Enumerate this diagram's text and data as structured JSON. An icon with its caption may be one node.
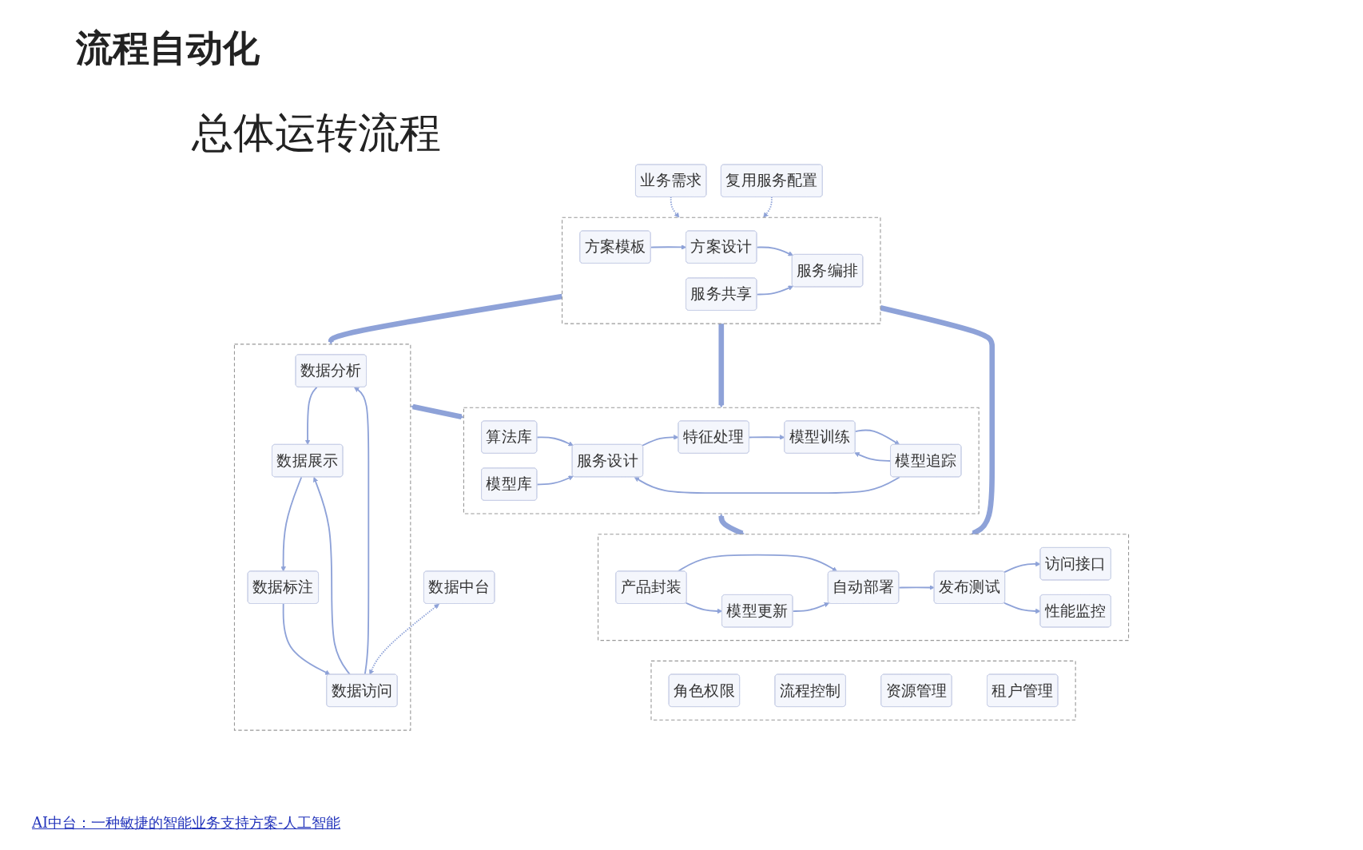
{
  "diagram": {
    "title": "流程自动化",
    "nodes": [
      {
        "text": [
          "业务需求"
        ]
      },
      {
        "text": [],
        "shape": "box"
      },
      {
        "text": [
          "方案模板"
        ],
        "in": 1
      },
      {
        "text": [
          "方案设计"
        ],
        "in": 1
      },
      {
        "text": [
          "服务编排"
        ],
        "in": 1
      },
      {
        "text": [
          "服务共享"
        ],
        "in": 1
      },
      {
        "text": [
          "复用服务配置"
        ]
      },
      {
        "text": [],
        "shape": "box"
      },
      {
        "text": [
          "数据分析"
        ],
        "in": 7
      },
      {
        "text": [
          "数据展示"
        ],
        "in": 7
      },
      {
        "text": [
          "数据访问"
        ],
        "in": 7
      },
      {
        "text": [
          "数据标注"
        ],
        "in": 7
      },
      {
        "text": [
          "数据中台"
        ]
      },
      {
        "text": [],
        "shape": "box"
      },
      {
        "text": [
          "算法库"
        ],
        "in": 13
      },
      {
        "text": [
          "模型库"
        ],
        "in": 13
      },
      {
        "text": [
          "服务设计"
        ],
        "in": 13
      },
      {
        "text": [
          "特征处理"
        ],
        "in": 13
      },
      {
        "text": [
          "模型追踪"
        ],
        "in": 13
      },
      {
        "text": [
          "模型训练"
        ],
        "in": 13
      },
      {
        "text": [],
        "shape": "box"
      },
      {
        "text": [
          "访问接口"
        ],
        "in": 20
      },
      {
        "text": [
          "产品封装"
        ],
        "in": 20
      },
      {
        "text": [
          "自动部署"
        ],
        "in": 20
      },
      {
        "text": [
          "发布测试"
        ],
        "in": 20
      },
      {
        "text": [
          "模型更新"
        ],
        "in": 20
      },
      {
        "text": [
          "性能监控"
        ],
        "in": 20
      },
      {
        "text": [],
        "shape": "box"
      },
      {
        "text": [
          "角色权限"
        ],
        "in": 27
      },
      {
        "text": [
          "流程控制"
        ],
        "in": 27
      },
      {
        "text": [
          "资源管理"
        ],
        "in": 27
      },
      {
        "text": [
          "租户管理"
        ],
        "in": 27
      }
    ],
    "edges": [
      {
        "from": 0,
        "to": 1,
        "arrow": "to",
        "style": "dashed"
      },
      {
        "from": 2,
        "to": 3,
        "arrow": "to"
      },
      {
        "from": 3,
        "to": 4,
        "arrow": "to"
      },
      {
        "from": 5,
        "to": 4,
        "arrow": "to"
      },
      {
        "from": 6,
        "to": 1,
        "arrow": "to",
        "style": "dashed"
      },
      {
        "from": 1,
        "to": 7,
        "arrow": "to",
        "style": "thick"
      },
      {
        "from": 1,
        "to": 13,
        "arrow": "to",
        "style": "thick"
      },
      {
        "from": 1,
        "to": 20,
        "arrow": "to",
        "style": "thick"
      },
      {
        "from": 8,
        "to": 9,
        "arrow": "to"
      },
      {
        "from": 10,
        "to": 8,
        "arrow": "to"
      },
      {
        "from": 10,
        "to": 9,
        "arrow": "to"
      },
      {
        "from": 9,
        "to": 11,
        "arrow": "to"
      },
      {
        "from": 11,
        "to": 10,
        "arrow": "to"
      },
      {
        "from": 12,
        "to": 10,
        "arrow": "both",
        "style": "dashed"
      },
      {
        "from": 7,
        "to": 13,
        "arrow": "both",
        "style": "thick"
      },
      {
        "from": 13,
        "to": 20,
        "arrow": "both",
        "style": "thick"
      },
      {
        "from": 14,
        "to": 16,
        "arrow": "to"
      },
      {
        "from": 15,
        "to": 16,
        "arrow": "to"
      },
      {
        "from": 16,
        "to": 17,
        "arrow": "to"
      },
      {
        "from": 17,
        "to": 19,
        "arrow": "to"
      },
      {
        "from": 19,
        "to": 18,
        "arrow": "to"
      },
      {
        "from": 18,
        "to": 19,
        "arrow": "to"
      },
      {
        "from": 18,
        "to": 16,
        "arrow": "to"
      },
      {
        "from": 22,
        "to": 23,
        "arrow": "to"
      },
      {
        "from": 23,
        "to": 24,
        "arrow": "to"
      },
      {
        "from": 24,
        "to": 21,
        "arrow": "to"
      },
      {
        "from": 24,
        "to": 26,
        "arrow": "to"
      },
      {
        "from": 22,
        "to": 25,
        "arrow": "to"
      },
      {
        "from": 25,
        "to": 23,
        "arrow": "to"
      }
    ],
    "labels": [
      "总体运转流程",
      "AI中台：一种敏捷的智能业务支持方案-人工智能"
    ]
  }
}
